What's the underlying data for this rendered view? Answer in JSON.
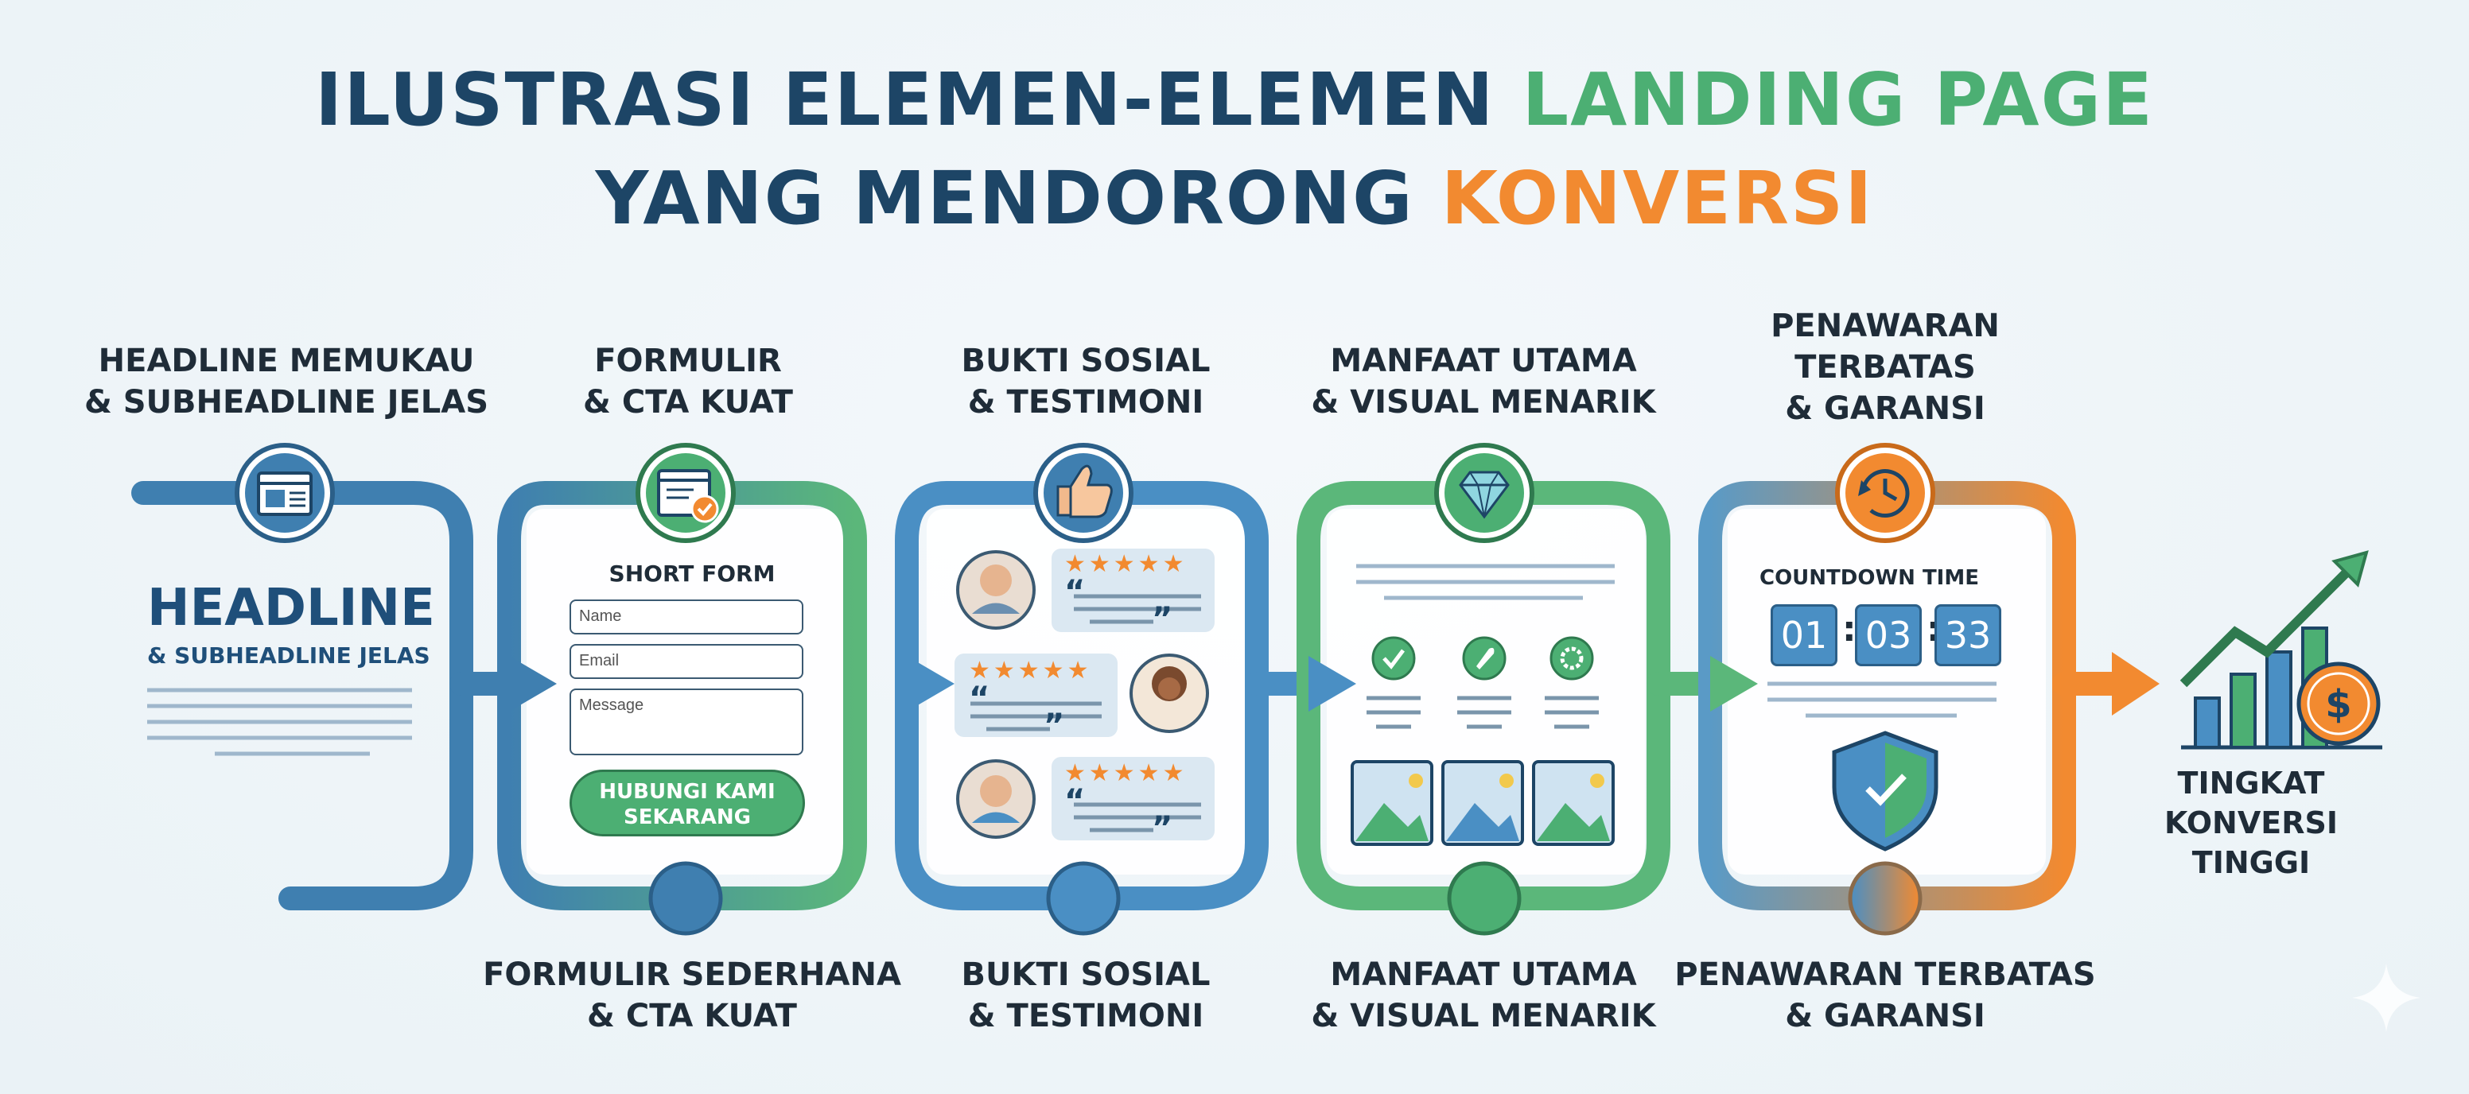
{
  "title": {
    "line1_prefix": "ILUSTRASI ELEMEN-ELEMEN ",
    "line1_highlight": "LANDING PAGE",
    "line2_prefix": "YANG MENDORONG ",
    "line2_highlight": "KONVERSI"
  },
  "colors": {
    "blue": "#3f7fb0",
    "green": "#5bb77a",
    "orange": "#f28a30",
    "dark_navy": "#1d4566"
  },
  "top_labels": [
    {
      "line1": "HEADLINE MEMUKAU",
      "line2": "& SUBHEADLINE JELAS"
    },
    {
      "line1": "FORMULIR",
      "line2": "& CTA KUAT"
    },
    {
      "line1": "BUKTI SOSIAL",
      "line2": "& TESTIMONI"
    },
    {
      "line1": "MANFAAT UTAMA",
      "line2": "& VISUAL MENARIK"
    },
    {
      "line1": "PENAWARAN",
      "line2": "TERBATAS",
      "line3": "& GARANSI"
    }
  ],
  "bottom_labels": [
    {
      "line1": "FORMULIR SEDERHANA",
      "line2": "& CTA KUAT"
    },
    {
      "line1": "BUKTI SOSIAL",
      "line2": "& TESTIMONI"
    },
    {
      "line1": "MANFAAT UTAMA",
      "line2": "& VISUAL MENARIK"
    },
    {
      "line1": "PENAWARAN TERBATAS",
      "line2": "& GARANSI"
    }
  ],
  "icons": [
    "browser-window-icon",
    "form-check-icon",
    "thumbs-up-icon",
    "diamond-icon",
    "clock-refresh-icon",
    "growth-chart-dollar-icon"
  ],
  "headline_panel": {
    "headline": "HEADLINE",
    "subheadline": "& SUBHEADLINE JELAS"
  },
  "form_panel": {
    "heading": "SHORT FORM",
    "fields": [
      "Name",
      "Email",
      "Message"
    ],
    "cta_line1": "HUBUNGI KAMI",
    "cta_line2": "SEKARANG"
  },
  "social_panel": {
    "stars": "★★★★★",
    "quote_open": "“",
    "quote_close": "”"
  },
  "countdown_panel": {
    "heading": "COUNTDOWN TIME",
    "hours": "01",
    "minutes": "03",
    "seconds": "33",
    "separator": ":"
  },
  "final": {
    "line1": "TINGKAT",
    "line2": "KONVERSI",
    "line3": "TINGGI"
  }
}
